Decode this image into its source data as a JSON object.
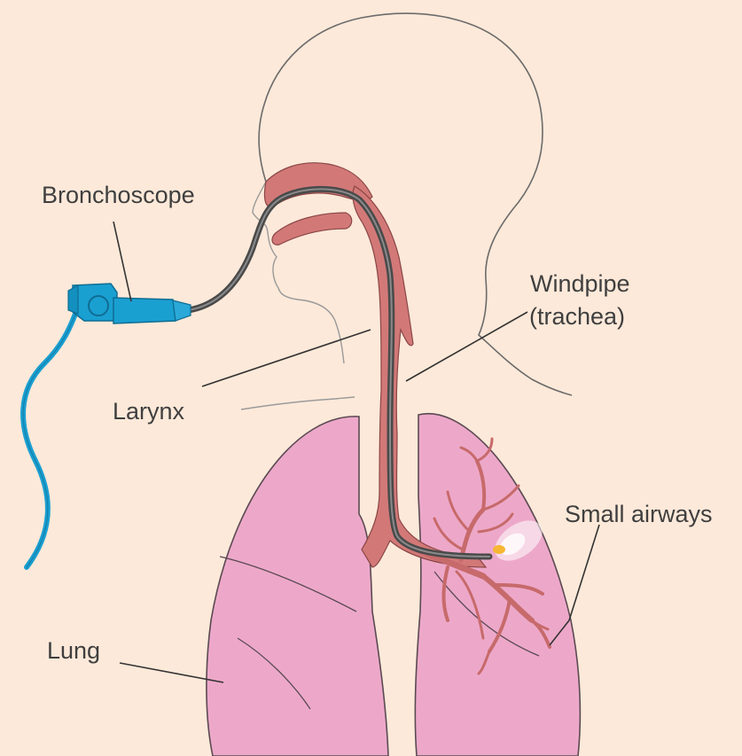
{
  "labels": {
    "bronchoscope": "Bronchoscope",
    "windpipe_line1": "Windpipe",
    "windpipe_line2": "(trachea)",
    "larynx": "Larynx",
    "small_airways": "Small airways",
    "lung": "Lung"
  },
  "colors": {
    "background": "#fde9d9",
    "lung": "#eda8c9",
    "airway": "#d27978",
    "bronchoscope_tube": "#4a4a4a",
    "bronchoscope_body": "#1a9fd1",
    "outline": "#6b6b6b"
  }
}
